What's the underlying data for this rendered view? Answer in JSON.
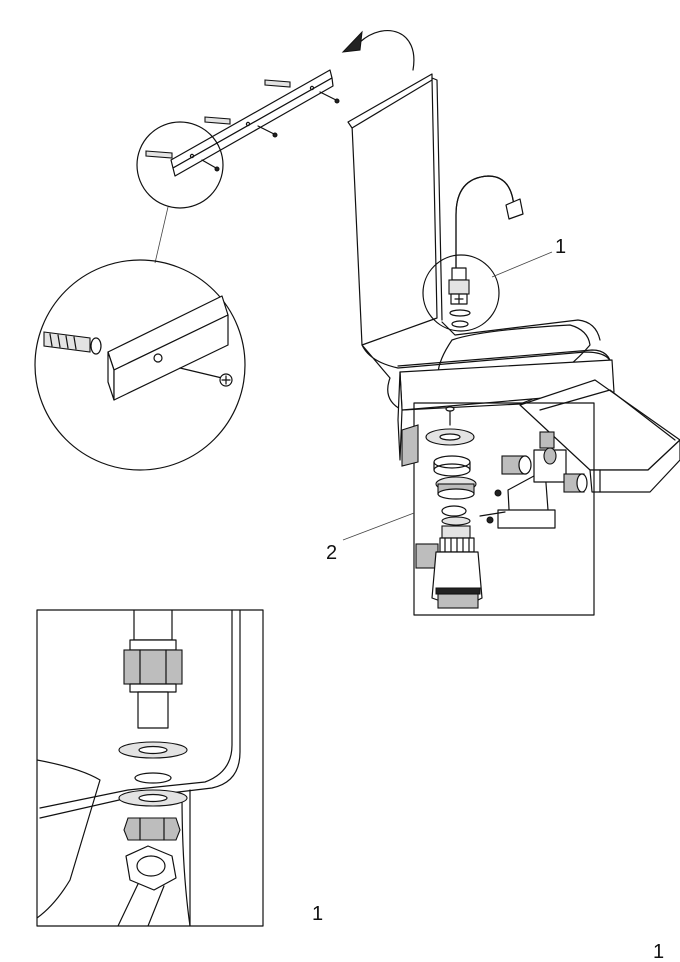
{
  "callouts": {
    "faucet_label": "1",
    "drain_label": "2",
    "detail_label": "1",
    "page_number": "1"
  },
  "icons": [
    "rotate-arrow-icon",
    "wall-plug-icon",
    "screw-icon",
    "hex-nut-icon",
    "washer-icon"
  ]
}
